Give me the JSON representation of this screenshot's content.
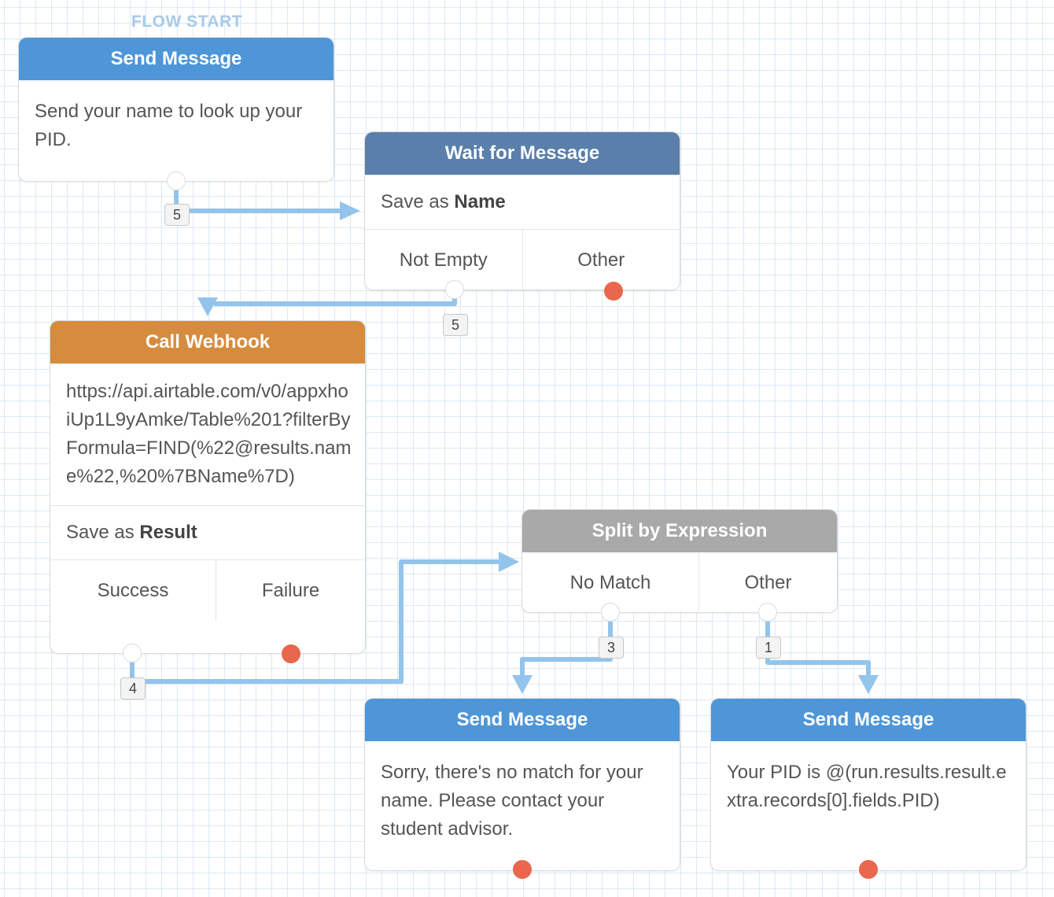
{
  "flow_start_label": "FLOW START",
  "colors": {
    "send_message": "#4e96d7",
    "wait_for_message": "#5a7fab",
    "call_webhook": "#d68c3e",
    "split_by_expression": "#a9a9a9",
    "connector": "#93c4ec",
    "missing_exit": "#e8674d"
  },
  "nodes": {
    "send_start": {
      "title": "Send Message",
      "text": "Send your name to look up your PID."
    },
    "wait": {
      "title": "Wait for Message",
      "save_prefix": "Save as ",
      "save_name": "Name",
      "exits": [
        "Not Empty",
        "Other"
      ]
    },
    "webhook": {
      "title": "Call Webhook",
      "url": "https://api.airtable.com/v0/appxhoiUp1L9yAmke/Table%201?filterByFormula=FIND(%22@results.name%22,%20%7BName%7D)",
      "save_prefix": "Save as ",
      "save_name": "Result",
      "exits": [
        "Success",
        "Failure"
      ]
    },
    "split": {
      "title": "Split by Expression",
      "exits": [
        "No Match",
        "Other"
      ]
    },
    "send_nomatch": {
      "title": "Send Message",
      "text": "Sorry, there's no match for your name. Please contact your student advisor."
    },
    "send_pid": {
      "title": "Send Message",
      "text": "Your PID is @(run.results.result.extra.records[0].fields.PID)"
    }
  },
  "connections": [
    {
      "from": "send_start",
      "to": "wait",
      "count": "5"
    },
    {
      "from": "wait.Not Empty",
      "to": "webhook",
      "count": "5"
    },
    {
      "from": "webhook.Success",
      "to": "split",
      "count": "4"
    },
    {
      "from": "split.No Match",
      "to": "send_nomatch",
      "count": "3"
    },
    {
      "from": "split.Other",
      "to": "send_pid",
      "count": "1"
    }
  ]
}
